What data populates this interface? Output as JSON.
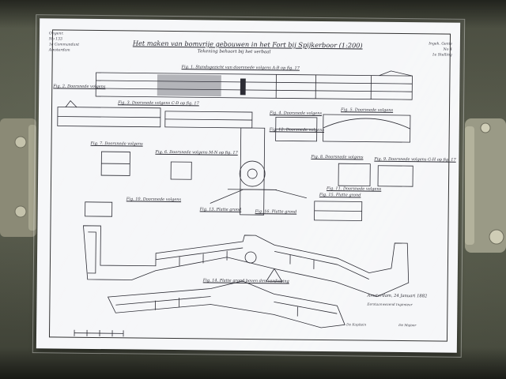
{
  "scene": {
    "description_tags": [
      "blueprint",
      "wall-mounted",
      "plastic-sleeve",
      "hinges"
    ],
    "colors": {
      "paper": "#f6f7f9",
      "ink": "#2c2c34",
      "wall": "#4a4d40"
    }
  },
  "drawing": {
    "title": "Het maken van bomvrije gebouwen in het Fort bij Spijkerboor (1:200)",
    "subtitle": "Tekening behoort bij het verbaal",
    "stamp_left": [
      "Ongenr.",
      "No 133",
      "1e Commandant",
      "Amsterdam"
    ],
    "stamp_right": [
      "Ingek. Genie",
      "No 4",
      "1e Stelling"
    ],
    "figure_labels": [
      "Fig. 1. Standsgezicht van doorsnede volgens A-B op fig. 17",
      "Fig. 2. Doorsnede volgens",
      "Fig. 3. Doorsnede volgens C-D op fig. 17",
      "Fig. 4. Doorsnede volgens",
      "Fig. 5. Doorsnede volgens",
      "Fig. 6. Doorsnede volgens M-N op fig. 17",
      "Fig. 7. Doorsnede volgens",
      "Fig. 8. Doorsnede volgens",
      "Fig. 9. Doorsnede volgens G-H op fig. 17",
      "Fig. 10. Doorsnede volgens",
      "Fig. 11. Doorsnede volgens",
      "Fig. 12. Doorsnede volgens",
      "Fig. 13. Platte grond",
      "Fig. 14. Platte grond boven den verdieping",
      "Fig. 15. Platte grond",
      "Fig. 16. Platte grond"
    ],
    "place_date": "Amsterdam, 24 Januari 1882",
    "signature_title": "Eerstaanwezend Ingenieur",
    "signature_left": "De Kapitein",
    "signature_right": "De Majoor"
  }
}
